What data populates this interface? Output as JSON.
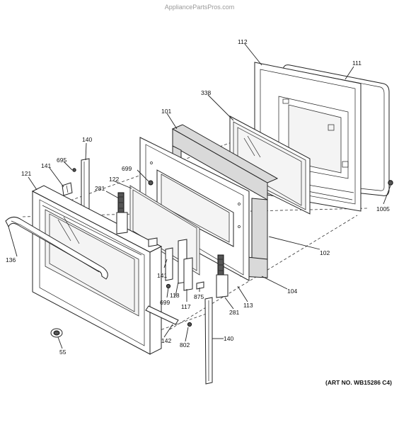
{
  "watermark": "AppliancePartsPros.com",
  "art_number": "(ART NO. WB15286 C4)",
  "callouts": {
    "c112": "112",
    "c111": "111",
    "c338": "338",
    "c101": "101",
    "c140a": "140",
    "c695": "695",
    "c141a": "141",
    "c121": "121",
    "c699a": "699",
    "c122": "122",
    "c281a": "281",
    "c1005": "1005",
    "c102": "102",
    "c136": "136",
    "c141b": "141",
    "c118": "118",
    "c699b": "699",
    "c117": "117",
    "c875": "875",
    "c104": "104",
    "c113": "113",
    "c281b": "281",
    "c142": "142",
    "c802": "802",
    "c140b": "140",
    "c55": "55"
  }
}
